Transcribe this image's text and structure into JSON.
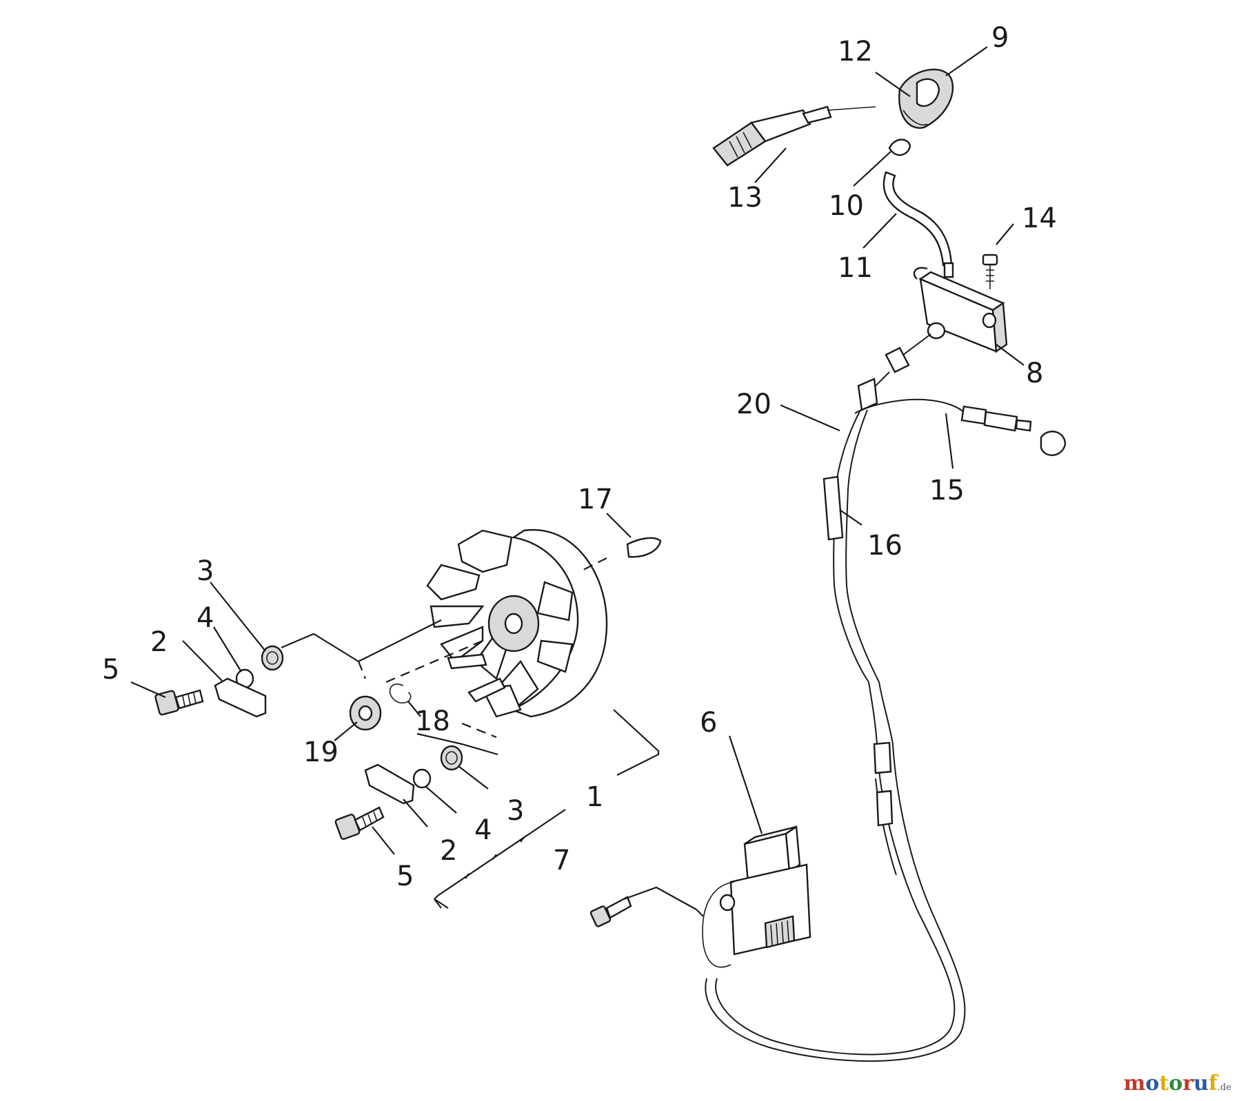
{
  "callouts": {
    "c1": "1",
    "c2a": "2",
    "c2b": "2",
    "c3a": "3",
    "c3b": "3",
    "c4a": "4",
    "c4b": "4",
    "c5a": "5",
    "c5b": "5",
    "c6": "6",
    "c7": "7",
    "c8": "8",
    "c9": "9",
    "c10": "10",
    "c11": "11",
    "c12": "12",
    "c13": "13",
    "c14": "14",
    "c15": "15",
    "c16": "16",
    "c17": "17",
    "c18": "18",
    "c19": "19",
    "c20": "20"
  },
  "watermark": {
    "parts": [
      {
        "text": "m",
        "color": "#c0392b"
      },
      {
        "text": "o",
        "color": "#2c5aa0"
      },
      {
        "text": "t",
        "color": "#e6a700"
      },
      {
        "text": "o",
        "color": "#2c8a3a"
      },
      {
        "text": "r",
        "color": "#c0392b"
      },
      {
        "text": "u",
        "color": "#2c5aa0"
      },
      {
        "text": "f",
        "color": "#e6a700"
      }
    ],
    "suffix": ".de"
  }
}
